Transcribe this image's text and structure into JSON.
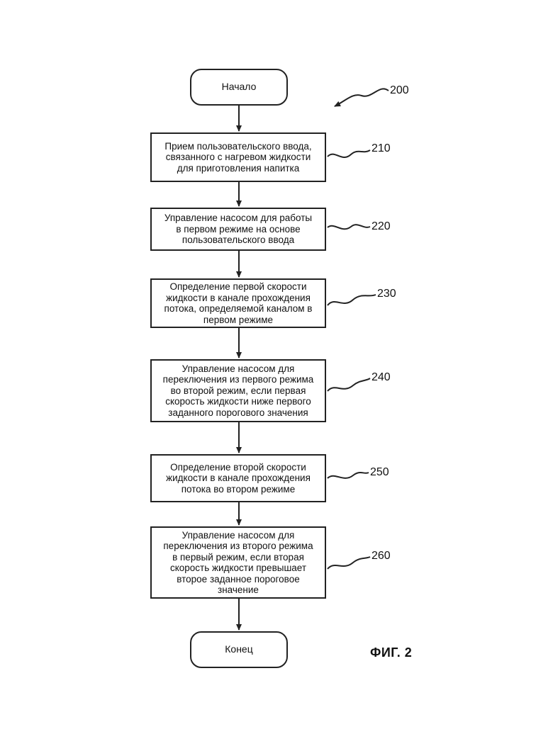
{
  "diagram": {
    "ref_main": "200",
    "start": "Начало",
    "end": "Конец",
    "steps": [
      {
        "text": "Прием пользовательского ввода,\nсвязанного с нагревом жидкости\nдля приготовления напитка",
        "ref": "210"
      },
      {
        "text": "Управление насосом для работы\nв первом режиме на основе\nпользовательского ввода",
        "ref": "220"
      },
      {
        "text": "Определение первой скорости\nжидкости в канале прохождения\nпотока, определяемой каналом в\nпервом режиме",
        "ref": "230"
      },
      {
        "text": "Управление насосом для\nпереключения из первого режима\nво второй режим, если первая\nскорость жидкости ниже первого\nзаданного порогового значения",
        "ref": "240"
      },
      {
        "text": "Определение второй скорости\nжидкости в канале прохождения\nпотока во втором режиме",
        "ref": "250"
      },
      {
        "text": "Управление насосом для\nпереключения из второго режима\nв первый режим, если вторая\nскорость жидкости превышает\nвторое заданное пороговое\nзначение",
        "ref": "260"
      }
    ],
    "figure_label": "ФИГ. 2"
  }
}
